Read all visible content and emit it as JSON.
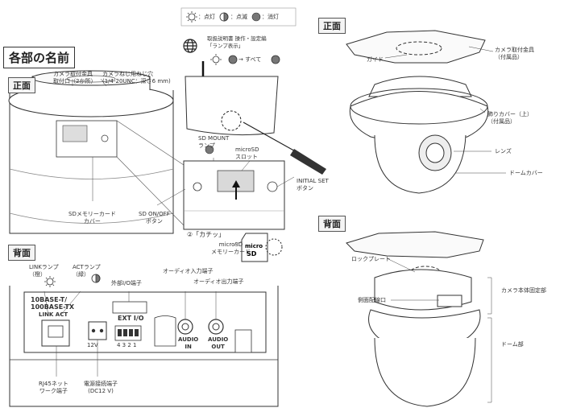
{
  "legend": {
    "on": "：点灯",
    "blink": "：点滅",
    "off": "：消灯"
  },
  "manual_note": {
    "line1": "取扱説明書 操作・設定編",
    "line2": "「ランプ表示」",
    "arrow": "→ すべて"
  },
  "main_title": "各部の名前",
  "front_left": {
    "section": "正面",
    "bracket_holes": "カメラ取付金具\n取付口（2か所）",
    "screw_hole": "カメラねじ用ねじ穴\n(1/4-20UNC：深さ6 mm)",
    "sd_cover": "SDメモリーカード\nカバー",
    "sd_onoff": "SD ON/OFF\nボタン",
    "sd_mount_lamp": "SD MOUNT\nランプ",
    "microsd_slot": "microSD\nスロット",
    "initial_set": "INITIAL SET\nボタン",
    "click": "②「カチッ」",
    "microsd_card": "microSD\nメモリーカード"
  },
  "back_left": {
    "section": "背面",
    "link_lamp": "LINKランプ\n（橙）",
    "act_lamp": "ACTランプ\n（緑）",
    "ext_io_term": "外部I/O端子",
    "audio_in_term": "オーディオ入力端子",
    "audio_out_term": "オーディオ出力端子",
    "rj45": "RJ45ネット\nワーク端子",
    "power": "電源接続端子\n(DC12 V)",
    "panel_10base": "10BASE-T/\n100BASE-TX",
    "panel_link_act": "LINK ACT",
    "panel_ext_io": "EXT I/O",
    "panel_12v": "12V",
    "panel_pins": "4 3 2 1",
    "panel_audio_in": "AUDIO\nIN",
    "panel_audio_out": "AUDIO\nOUT"
  },
  "front_right": {
    "section": "正面",
    "guide": "ガイド",
    "bracket": "カメラ取付金具\n（付属品）",
    "cover": "飾りカバー（上）\n（付属品）",
    "lens": "レンズ",
    "dome": "ドームカバー"
  },
  "back_right": {
    "section": "背面",
    "lock_plate": "ロックプレート",
    "side_port": "側面配線口",
    "fixed_part": "カメラ本体固定部",
    "dome_part": "ドーム部"
  }
}
